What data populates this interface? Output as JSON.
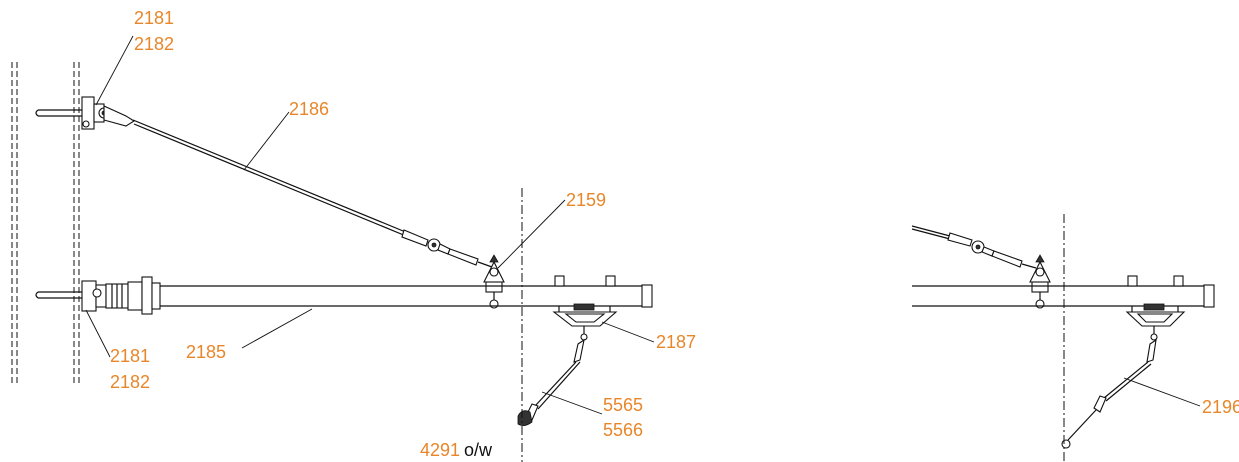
{
  "drawing": {
    "labels": {
      "l2181_top": "2181",
      "l2182_top": "2182",
      "l2186": "2186",
      "l2159": "2159",
      "l2185": "2185",
      "l2181_bottom": "2181",
      "l2182_bottom": "2182",
      "l2187": "2187",
      "l5565": "5565",
      "l5566": "5566",
      "l4291": "4291",
      "l4291_suffix": "o/w",
      "l2196": "2196"
    },
    "colors": {
      "label": "#e8862a",
      "line": "#111111"
    }
  }
}
